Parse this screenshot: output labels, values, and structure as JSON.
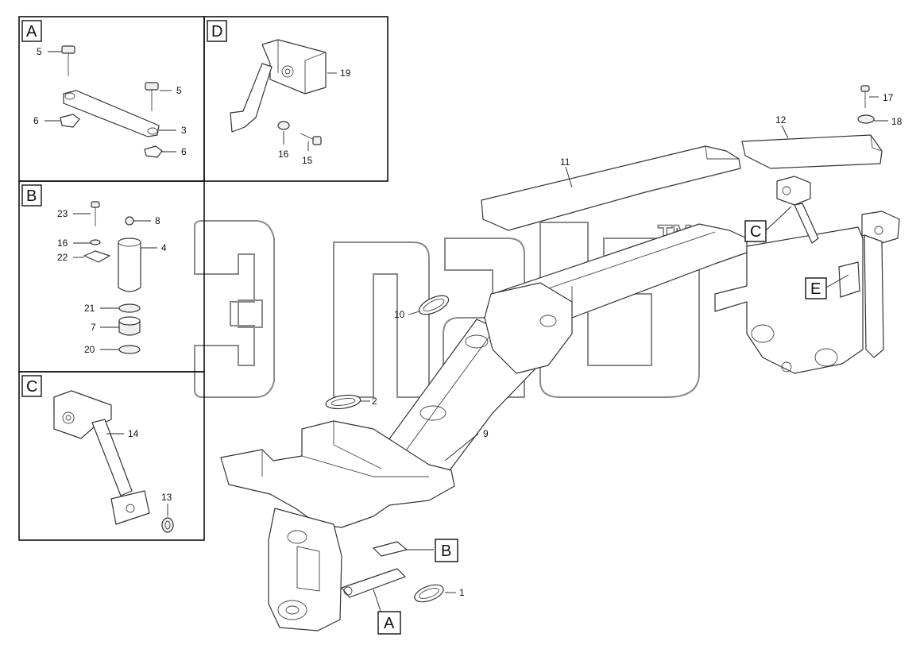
{
  "watermark": {
    "trademark": "TM"
  },
  "panels": [
    {
      "id": "A",
      "letter": "A",
      "labels": [
        "5",
        "5",
        "3",
        "6",
        "6"
      ]
    },
    {
      "id": "D",
      "letter": "D",
      "labels": [
        "19",
        "16",
        "15"
      ]
    },
    {
      "id": "B",
      "letter": "B",
      "labels": [
        "23",
        "8",
        "16",
        "22",
        "4",
        "21",
        "7",
        "20"
      ]
    },
    {
      "id": "C",
      "letter": "C",
      "labels": [
        "14",
        "13"
      ]
    }
  ],
  "main_callouts": {
    "C": "C",
    "E": "E",
    "B": "B",
    "A": "A"
  },
  "main_labels": [
    "17",
    "18",
    "12",
    "11",
    "10",
    "2",
    "9",
    "1"
  ]
}
